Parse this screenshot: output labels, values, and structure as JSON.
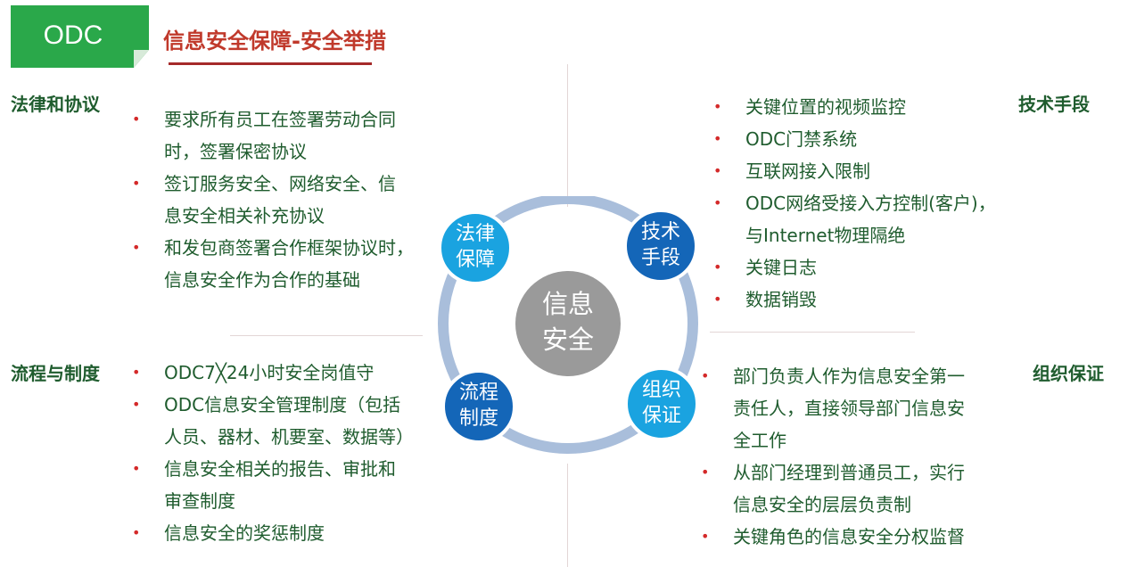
{
  "header": {
    "badge": "ODC",
    "title": "信息安全保障-安全举措"
  },
  "colors": {
    "accent_green": "#2aa84a",
    "title_red": "#c0392b",
    "text_green": "#1f5c2e",
    "bullet_red": "#d42a2a",
    "circle_light_blue": "#1aa3e0",
    "circle_dark_blue": "#1466b8",
    "center_gray": "#9a9a9a",
    "ring": "#a9bedb"
  },
  "diagram": {
    "center": [
      "信息",
      "安全"
    ],
    "nodes": [
      {
        "lines": [
          "法律",
          "保障"
        ],
        "color": "light"
      },
      {
        "lines": [
          "技术",
          "手段"
        ],
        "color": "dark"
      },
      {
        "lines": [
          "流程",
          "制度"
        ],
        "color": "dark"
      },
      {
        "lines": [
          "组织",
          "保证"
        ],
        "color": "light"
      }
    ]
  },
  "sections": {
    "legal": {
      "heading": "法律和协议",
      "items": [
        [
          "要求所有员工在签署劳动合同",
          "时，签署保密协议"
        ],
        [
          "签订服务安全、网络安全、信",
          "息安全相关补充协议"
        ],
        [
          "和发包商签署合作框架协议时，",
          "信息安全作为合作的基础"
        ]
      ]
    },
    "tech": {
      "heading": "技术手段",
      "items": [
        [
          "关键位置的视频监控"
        ],
        [
          "ODC门禁系统"
        ],
        [
          "互联网接入限制"
        ],
        [
          "ODC网络受接入方控制(客户)，",
          "与Internet物理隔绝"
        ],
        [
          "关键日志"
        ],
        [
          "数据销毁"
        ]
      ]
    },
    "process": {
      "heading": "流程与制度",
      "items": [
        [
          "ODC7╳24小时安全岗值守"
        ],
        [
          "ODC信息安全管理制度（包括",
          "人员、器材、机要室、数据等）"
        ],
        [
          "信息安全相关的报告、审批和",
          "审查制度"
        ],
        [
          "信息安全的奖惩制度"
        ]
      ]
    },
    "org": {
      "heading": "组织保证",
      "items": [
        [
          "部门负责人作为信息安全第一",
          "责任人，直接领导部门信息安",
          "全工作"
        ],
        [
          "从部门经理到普通员工，实行",
          "信息安全的层层负责制"
        ],
        [
          "关键角色的信息安全分权监督"
        ]
      ]
    }
  }
}
